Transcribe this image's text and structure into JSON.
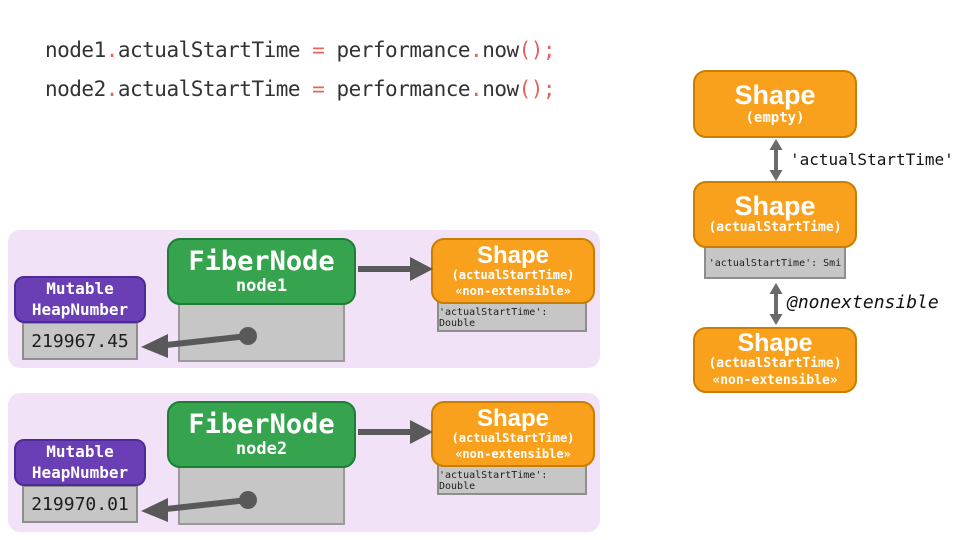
{
  "code": {
    "line1": {
      "obj": "node1",
      "dot1": ".",
      "prop": "actualStartTime",
      "eq": " = ",
      "callee": "performance",
      "dot2": ".",
      "method": "now",
      "tail": "();"
    },
    "line2": {
      "obj": "node2",
      "dot1": ".",
      "prop": "actualStartTime",
      "eq": " = ",
      "callee": "performance",
      "dot2": ".",
      "method": "now",
      "tail": "();"
    }
  },
  "chain": {
    "shape_empty": {
      "title": "Shape",
      "subtitle": "(empty)"
    },
    "edge1_label": "'actualStartTime'",
    "shape_with_prop": {
      "title": "Shape",
      "subtitle": "(actualStartTime)",
      "slot": "'actualStartTime': Smi"
    },
    "edge2_label": "@nonextensible",
    "shape_nonextensible": {
      "title": "Shape",
      "subtitle": "(actualStartTime)",
      "badge": "«non-extensible»"
    }
  },
  "panels": [
    {
      "heap": {
        "line1": "Mutable",
        "line2": "HeapNumber",
        "value": "219967.45"
      },
      "fiber": {
        "title": "FiberNode",
        "name": "node1"
      },
      "shape": {
        "title": "Shape",
        "subtitle": "(actualStartTime)",
        "badge": "«non-extensible»",
        "slot": "'actualStartTime': Double"
      }
    },
    {
      "heap": {
        "line1": "Mutable",
        "line2": "HeapNumber",
        "value": "219970.01"
      },
      "fiber": {
        "title": "FiberNode",
        "name": "node2"
      },
      "shape": {
        "title": "Shape",
        "subtitle": "(actualStartTime)",
        "badge": "«non-extensible»",
        "slot": "'actualStartTime': Double"
      }
    }
  ],
  "colors": {
    "shape_orange": "#F9A11C",
    "shape_orange_border": "#C87E00",
    "fiber_green": "#36A34F",
    "fiber_green_border": "#1E7E34",
    "heap_purple": "#6A3FB5",
    "heap_purple_border": "#4D2B96",
    "slot_gray": "#C6C6C6",
    "slot_gray_border": "#8E8E8E",
    "panel_lavender": "#F2E2F8",
    "arrow_gray": "#595959",
    "code_punctuation": "#E4635B",
    "code_identifier": "#333333"
  }
}
